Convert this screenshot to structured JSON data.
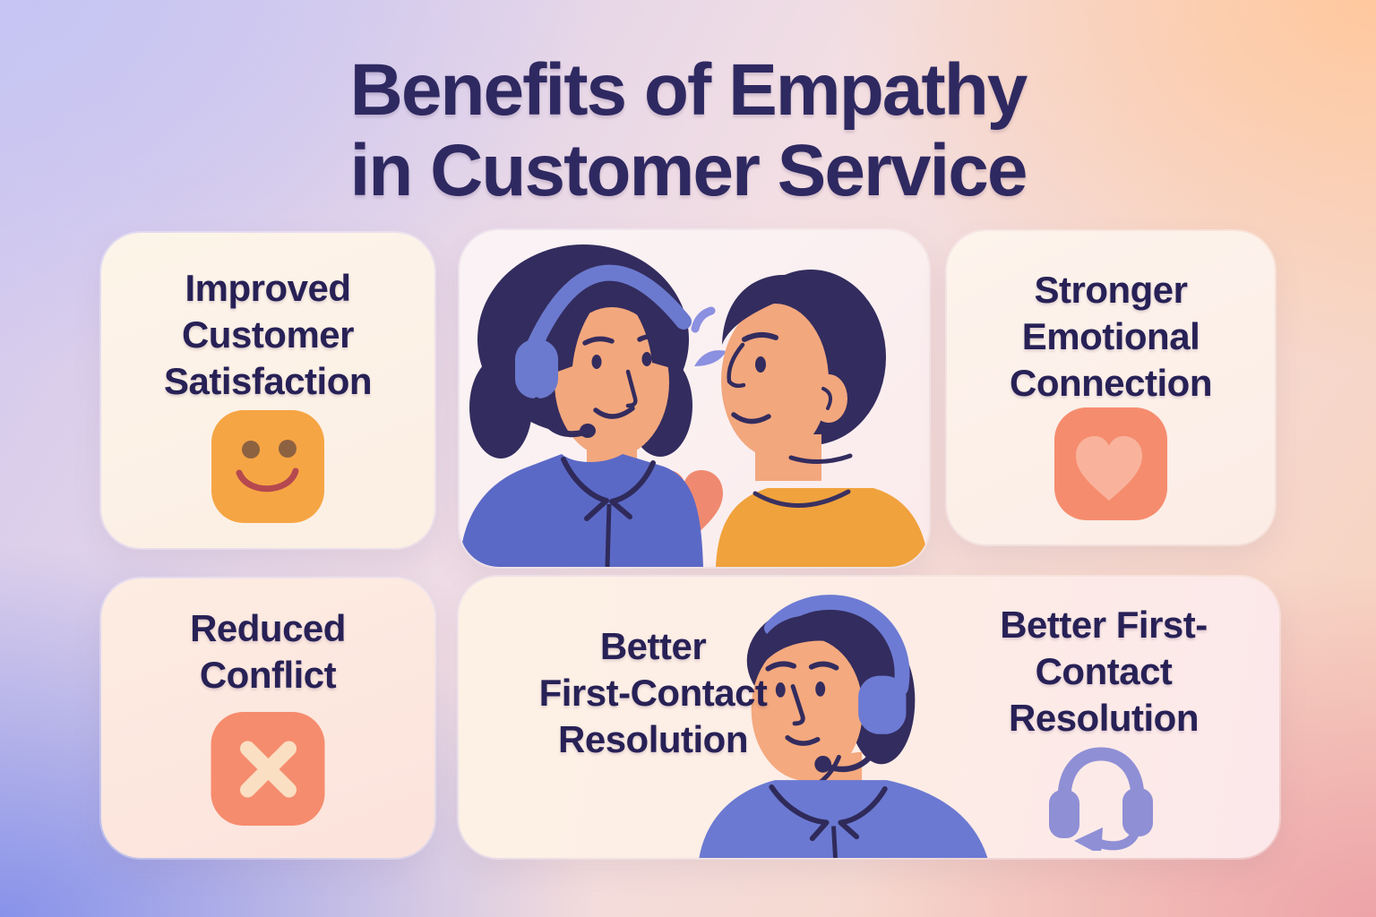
{
  "title": "Benefits of Empathy\nin Customer Service",
  "cards": {
    "improved": {
      "label": "Improved\nCustomer\nSatisfaction",
      "icon": "smiley-icon"
    },
    "stronger": {
      "label": "Stronger\nEmotional\nConnection",
      "icon": "heart-icon"
    },
    "reduced": {
      "label": "Reduced\nConflict",
      "icon": "x-icon"
    },
    "better_left": {
      "label": "Better\nFirst-Contact\nResolution"
    },
    "better_right": {
      "label": "Better First-\nContact\nResolution",
      "icon": "headset-icon"
    },
    "illustration_top": {
      "description": "Support agent with headset and smiling customer with heart between them"
    },
    "illustration_bottom": {
      "description": "Support agent wearing headset and microphone"
    }
  },
  "colors": {
    "title_text": "#2f2961",
    "card_text": "#272156",
    "smiley_bg": "#f6a544",
    "smiley_eyes": "#8d6241",
    "smiley_mouth": "#b5494f",
    "coral_icon_bg": "#f68c6e",
    "heart_inner": "#f9b39c",
    "x_glyph": "#fbdfc2",
    "headset_icon": "#8f8fd6",
    "heart_between_people": "#ef8a70",
    "quote_marks": "#8b90e0",
    "skin": "#f2a77d",
    "hair_navy": "#332c5e",
    "agent_headset_blue": "#6b7ace",
    "agent_shirt_blue": "#5b69c6",
    "customer_shirt_yellow": "#f0a23c",
    "bottom_agent_shirt_blue": "#6b79d2",
    "bg_corner_top_left": "#c6c5f3",
    "bg_corner_top_right": "#ffc89e",
    "bg_corner_bottom_left": "#8792e9",
    "bg_corner_bottom_right": "#eda3a8"
  }
}
